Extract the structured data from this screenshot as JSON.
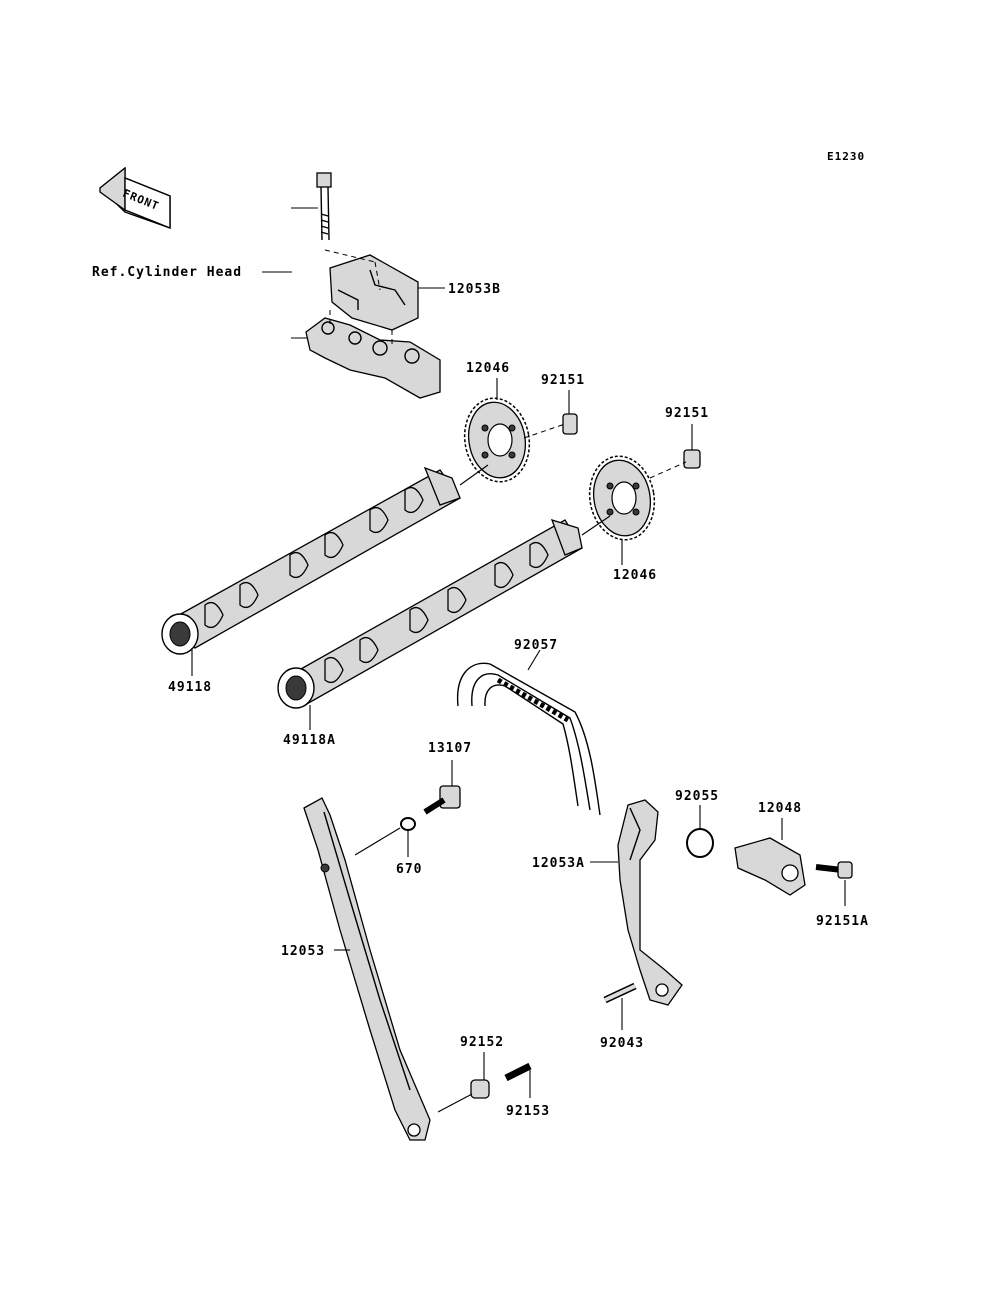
{
  "diagram_code": "E1230",
  "front_label": "FRONT",
  "reference_note": "Ref.Cylinder Head",
  "parts": {
    "holder_upper": "12053B",
    "sprocket_top": "12046",
    "bolt_top": "92151",
    "bolt_right": "92151",
    "sprocket_lower": "12046",
    "camshaft_intake": "49118",
    "camshaft_exhaust": "49118A",
    "chain": "92057",
    "bolt_tensioner_guide": "13107",
    "oring_small": "670",
    "guide_main": "12053",
    "guide_tensioner": "12053A",
    "oring_tensioner": "92055",
    "tensioner": "12048",
    "bolt_tensioner": "92151A",
    "collar": "92152",
    "bolt_guide": "92153",
    "pin": "92043"
  }
}
